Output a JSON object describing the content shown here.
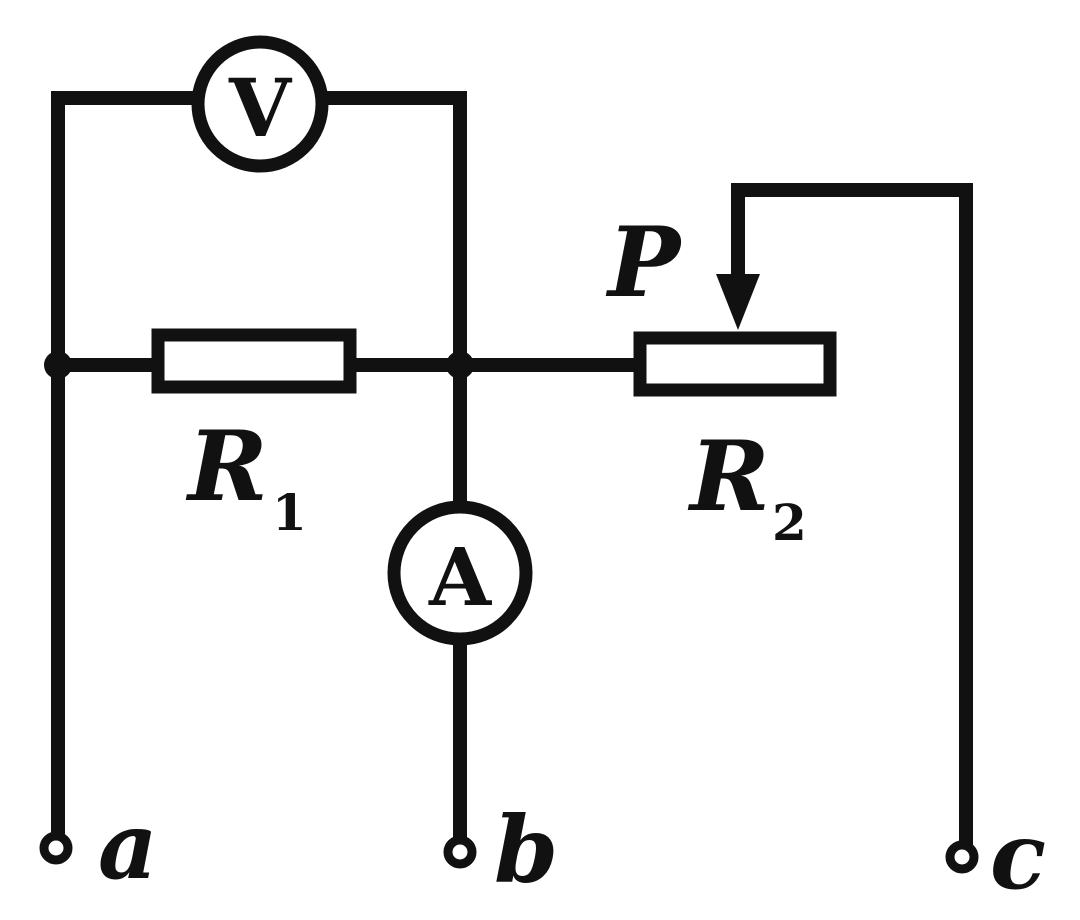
{
  "components": {
    "voltmeter": {
      "symbol": "V"
    },
    "ammeter": {
      "symbol": "A"
    },
    "r1": {
      "letter": "R",
      "subscript": "1"
    },
    "r2": {
      "letter": "R",
      "subscript": "2"
    },
    "slider": {
      "label": "P"
    }
  },
  "terminals": {
    "a": "a",
    "b": "b",
    "c": "c"
  }
}
